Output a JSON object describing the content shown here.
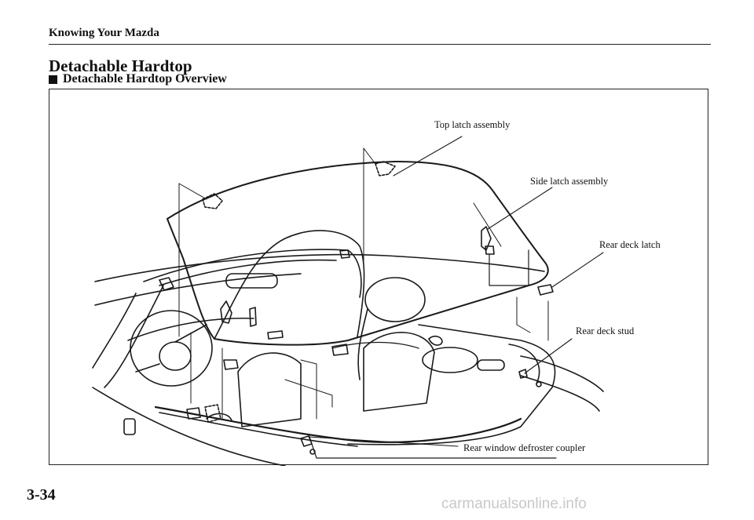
{
  "header": {
    "running_head": "Knowing Your Mazda"
  },
  "section": {
    "title": "Detachable Hardtop",
    "subtitle": "Detachable Hardtop Overview"
  },
  "figure": {
    "callouts": {
      "top_latch": "Top latch assembly",
      "side_latch": "Side latch assembly",
      "rear_deck_latch": "Rear deck latch",
      "rear_deck_stud": "Rear deck stud",
      "defroster": "Rear window defroster coupler"
    }
  },
  "footer": {
    "page_number": "3-34",
    "watermark": "carmanualsonline.info"
  }
}
